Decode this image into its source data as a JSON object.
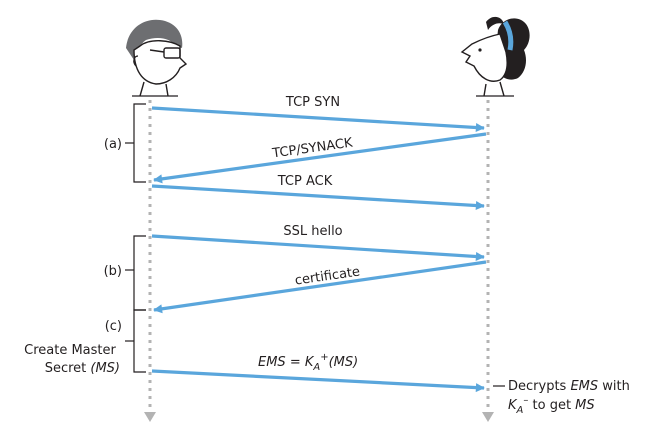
{
  "actors": {
    "left": {
      "icon": "man-with-glasses-icon"
    },
    "right": {
      "icon": "woman-with-headband-icon"
    }
  },
  "colors": {
    "arrow": "#5aa6dc",
    "lifeline": "#b3b3b3",
    "text": "#231f20",
    "bracket": "#231f20"
  },
  "messages": {
    "tcp_syn": "TCP SYN",
    "tcp_synack": "TCP/SYNACK",
    "tcp_ack": "TCP ACK",
    "ssl_hello": "SSL hello",
    "certificate": "certificate",
    "ems": {
      "var": "EMS",
      "eq": " = K",
      "sub": "A",
      "sup": "+",
      "tail": "(MS)"
    }
  },
  "phases": {
    "a": "(a)",
    "b": "(b)",
    "c": "(c)"
  },
  "notes": {
    "create_line1": "Create Master",
    "create_line2_prefix": "Secret ",
    "create_line2_ital": "(MS)",
    "decrypt_line1_prefix": "Decrypts ",
    "decrypt_line1_ital": "EMS",
    "decrypt_line1_suffix": " with",
    "decrypt_k": "K",
    "decrypt_sub": "A",
    "decrypt_sup": "–",
    "decrypt_line2_mid": " to get ",
    "decrypt_line2_ital": "MS"
  }
}
